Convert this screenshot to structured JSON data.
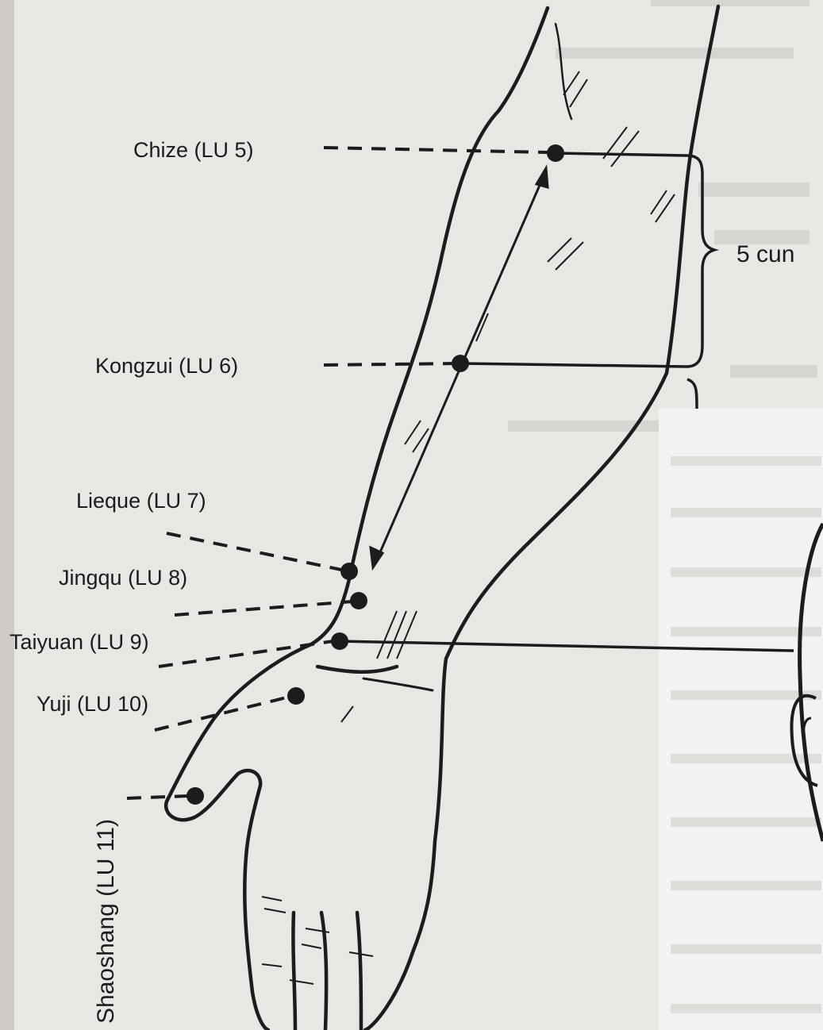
{
  "points": [
    {
      "name": "Chize",
      "code": "LU 5",
      "text": "Chize (LU 5)"
    },
    {
      "name": "Kongzui",
      "code": "LU 6",
      "text": "Kongzui (LU 6)"
    },
    {
      "name": "Lieque",
      "code": "LU 7",
      "text": "Lieque (LU 7)"
    },
    {
      "name": "Jingqu",
      "code": "LU 8",
      "text": "Jingqu (LU 8)"
    },
    {
      "name": "Taiyuan",
      "code": "LU 9",
      "text": "Taiyuan (LU 9)"
    },
    {
      "name": "Yuji",
      "code": "LU 10",
      "text": "Yuji (LU 10)"
    },
    {
      "name": "Shaoshang",
      "code": "LU 11",
      "text": "Shaoshang (LU 11)"
    }
  ],
  "measurement": {
    "label": "5 cun"
  },
  "colors": {
    "ink": "#1c1c1c",
    "paper": "#e9e7e4",
    "bleed": "#c7c5c2"
  }
}
